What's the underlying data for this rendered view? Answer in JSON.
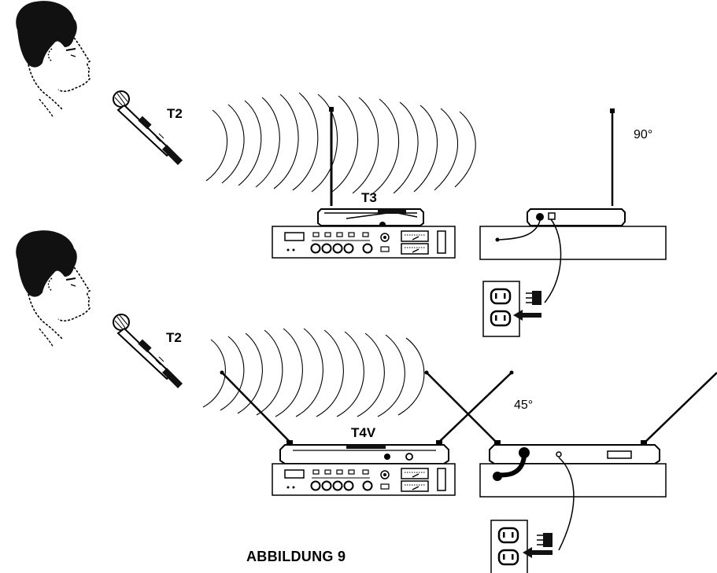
{
  "labels": {
    "mic_top": "T2",
    "receiver_top": "T3",
    "angle_top": "90°",
    "mic_bottom": "T2",
    "receiver_bottom": "T4V",
    "angle_bottom": "45°"
  },
  "caption": "ABBILDUNG 9",
  "icons": [
    "person-head-icon",
    "handheld-microphone-icon",
    "radio-wave-icon",
    "antenna-icon",
    "receiver-icon",
    "rack-unit-icon",
    "wall-outlet-icon",
    "power-adapter-icon"
  ],
  "colors": {
    "ink": "#000000",
    "paper": "#ffffff"
  }
}
